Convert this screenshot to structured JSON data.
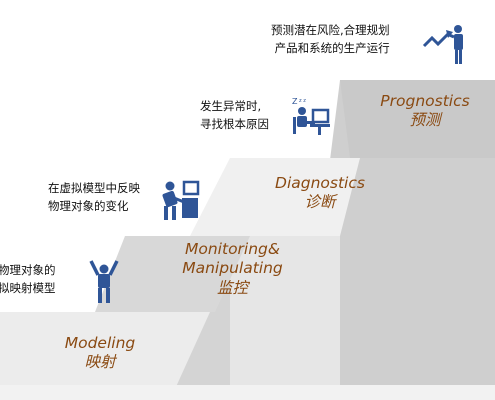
{
  "stages": [
    {
      "id": "modeling",
      "label_en": "Modeling",
      "label_zh": "映射",
      "description": [
        "物理对象的",
        "拟映射模型"
      ]
    },
    {
      "id": "monitoring",
      "label_en_1": "Monitoring&",
      "label_en_2": "Manipulating",
      "label_zh": "监控",
      "description": [
        "在虚拟模型中反映",
        "物理对象的变化"
      ]
    },
    {
      "id": "diagnostics",
      "label_en": "Diagnostics",
      "label_zh": "诊断",
      "description": [
        "发生异常时,",
        "寻找根本原因"
      ]
    },
    {
      "id": "prognostics",
      "label_en": "Prognostics",
      "label_zh": "预测",
      "description": [
        "预测潜在风险,合理规划",
        "产品和系统的生产运行"
      ]
    }
  ],
  "colors": {
    "label_text": "#8a4a12",
    "icon_blue": "#2f5597",
    "step_light": "#ececec",
    "step_mid": "#d6d6d6",
    "step_dark": "#c6c6c6"
  },
  "icons": [
    "sleeping-worker-icon",
    "repair-worker-icon",
    "cheering-person-icon",
    "growth-arrow-person-icon"
  ]
}
